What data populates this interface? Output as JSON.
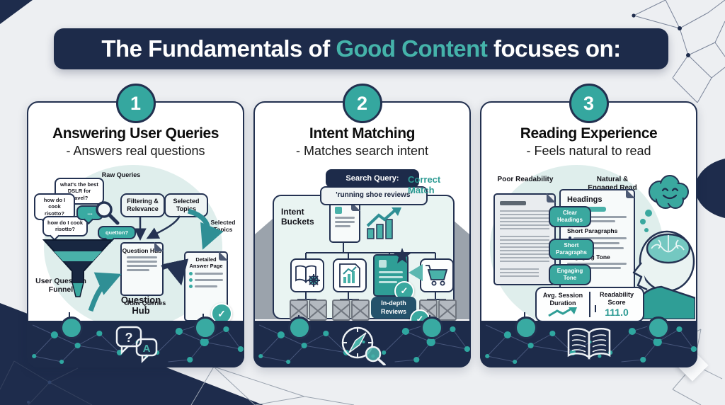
{
  "colors": {
    "navy": "#1d2b4a",
    "teal": "#35a79f",
    "teal_text": "#2c9a93",
    "mint": "#dfeeec",
    "gray": "#9ba3ac"
  },
  "header": {
    "prefix": "The Fundamentals of ",
    "highlight": "Good Content",
    "suffix": " focuses on:"
  },
  "glyphs": {
    "check": "✓",
    "question": "?",
    "answer": "A"
  },
  "cards": [
    {
      "number": "1",
      "title": "Answering User Queries",
      "subtitle": "- Answers real questions",
      "labels": {
        "raw_queries_top": "Raw Queries",
        "bubble_dslr": "what's the best DSLR for travel?",
        "bubble_risotto_1": "how do I cook risotto?",
        "bubble_risotto_2": "how do I cook risotto?",
        "bubble_dots": "...",
        "bubble_question": "quetton?",
        "filtering_relevance": "Filtering & Relevance",
        "selected_topics": "Selected Topics",
        "selected_topics_side": "Selected Topics",
        "user_question_funnel": "User Question Funnel",
        "raw_queries_bottom": "Raw Queries",
        "question_hub_doc": "Question Hub",
        "question_hub_caption": "Question Hub",
        "detailed_answer_page": "Detailed Answer Page"
      },
      "footer_icon": "question-answer-chat"
    },
    {
      "number": "2",
      "title": "Intent Matching",
      "subtitle": "- Matches search intent",
      "labels": {
        "search_query": "Search Query:",
        "search_query_value": "'running shoe reviews'",
        "correct_match": "Correct Match",
        "intent_buckets": "Intent Buckets",
        "in_depth_reviews": "In-depth Reviews"
      },
      "footer_icon": "compass-search"
    },
    {
      "number": "3",
      "title": "Reading Experience",
      "subtitle": "- Feels natural to read",
      "labels": {
        "poor_readability": "Poor Readability",
        "natural_engaged": "Natural & Engaged Read",
        "pill_clear_headings": "Clear Headings",
        "pill_short_paragraphs": "Short Paragraphs",
        "pill_engaging_tone": "Engaging Tone",
        "doc_headings": "Headings",
        "doc_short_paragraphs": "Short Paragraphs",
        "doc_engaging_tone": "Engaging Tone",
        "avg_session": "Avg. Session Duration",
        "readability_score": "Readability Score",
        "readability_value": "111.0"
      },
      "footer_icon": "open-book"
    }
  ]
}
